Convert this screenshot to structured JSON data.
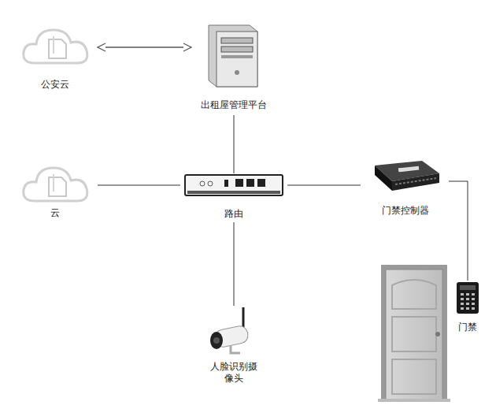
{
  "diagram": {
    "nodes": [
      {
        "text": [
          "公安云"
        ]
      },
      {
        "text": [
          "出租屋管理平台"
        ]
      },
      {
        "text": [
          "云"
        ]
      },
      {
        "text": [
          "路由"
        ]
      },
      {
        "text": [
          "门禁控制器"
        ]
      },
      {
        "text": [
          "门禁"
        ]
      },
      {
        "text": [
          "人脸识别摄 像头"
        ]
      }
    ],
    "edges": [
      {
        "from": 0,
        "to": 1,
        "arrow": "both"
      },
      {
        "from": 1,
        "to": 3,
        "arrow": "none"
      },
      {
        "from": 2,
        "to": 3,
        "arrow": "none"
      },
      {
        "from": 3,
        "to": 4,
        "arrow": "none"
      },
      {
        "from": 4,
        "to": 5,
        "arrow": "none"
      },
      {
        "from": 3,
        "to": 6,
        "arrow": "none"
      }
    ]
  }
}
